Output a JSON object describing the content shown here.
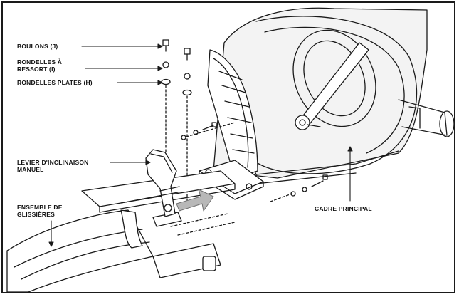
{
  "labels": {
    "bolts": "BOULONS (J)",
    "spring_washers_line1": "RONDELLES À",
    "spring_washers_line2": "RESSORT (I)",
    "flat_washers": "RONDELLES PLATES (H)",
    "tilt_lever_line1": "LEVIER D'INCLINAISON",
    "tilt_lever_line2": "MANUEL",
    "slide_assembly_line1": "ENSEMBLE DE",
    "slide_assembly_line2": "GLISSIÈRES",
    "main_frame": "CADRE PRINCIPAL"
  },
  "colors": {
    "line": "#1a1a1a",
    "arrow_fill": "#b8b8b8",
    "frame_fill": "#f3f3f3"
  }
}
